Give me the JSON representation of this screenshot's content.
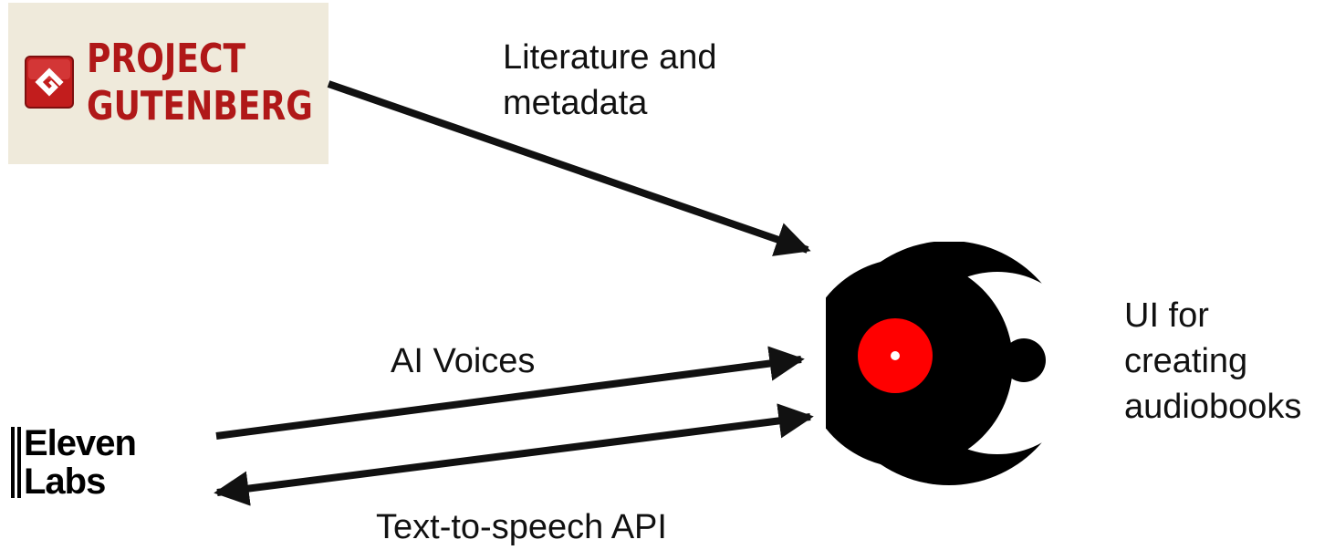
{
  "nodes": {
    "source": {
      "line1": "PROJECT",
      "line2": "GUTENBERG",
      "icon": "gutenberg-g-icon",
      "text_color": "#b01818",
      "background": "#efeadb"
    },
    "voice_provider": {
      "line1": "Eleven",
      "line2": "Labs",
      "icon": "elevenlabs-bars-icon"
    },
    "app": {
      "icon": "audiobook-app-logo-icon",
      "accent": "#ff0000",
      "label": "UI for creating audiobooks"
    }
  },
  "edges": {
    "literature": "Literature and metadata",
    "ai_voices": "AI Voices",
    "tts_api": "Text-to-speech API"
  },
  "colors": {
    "arrow": "#111111",
    "text": "#111111"
  }
}
